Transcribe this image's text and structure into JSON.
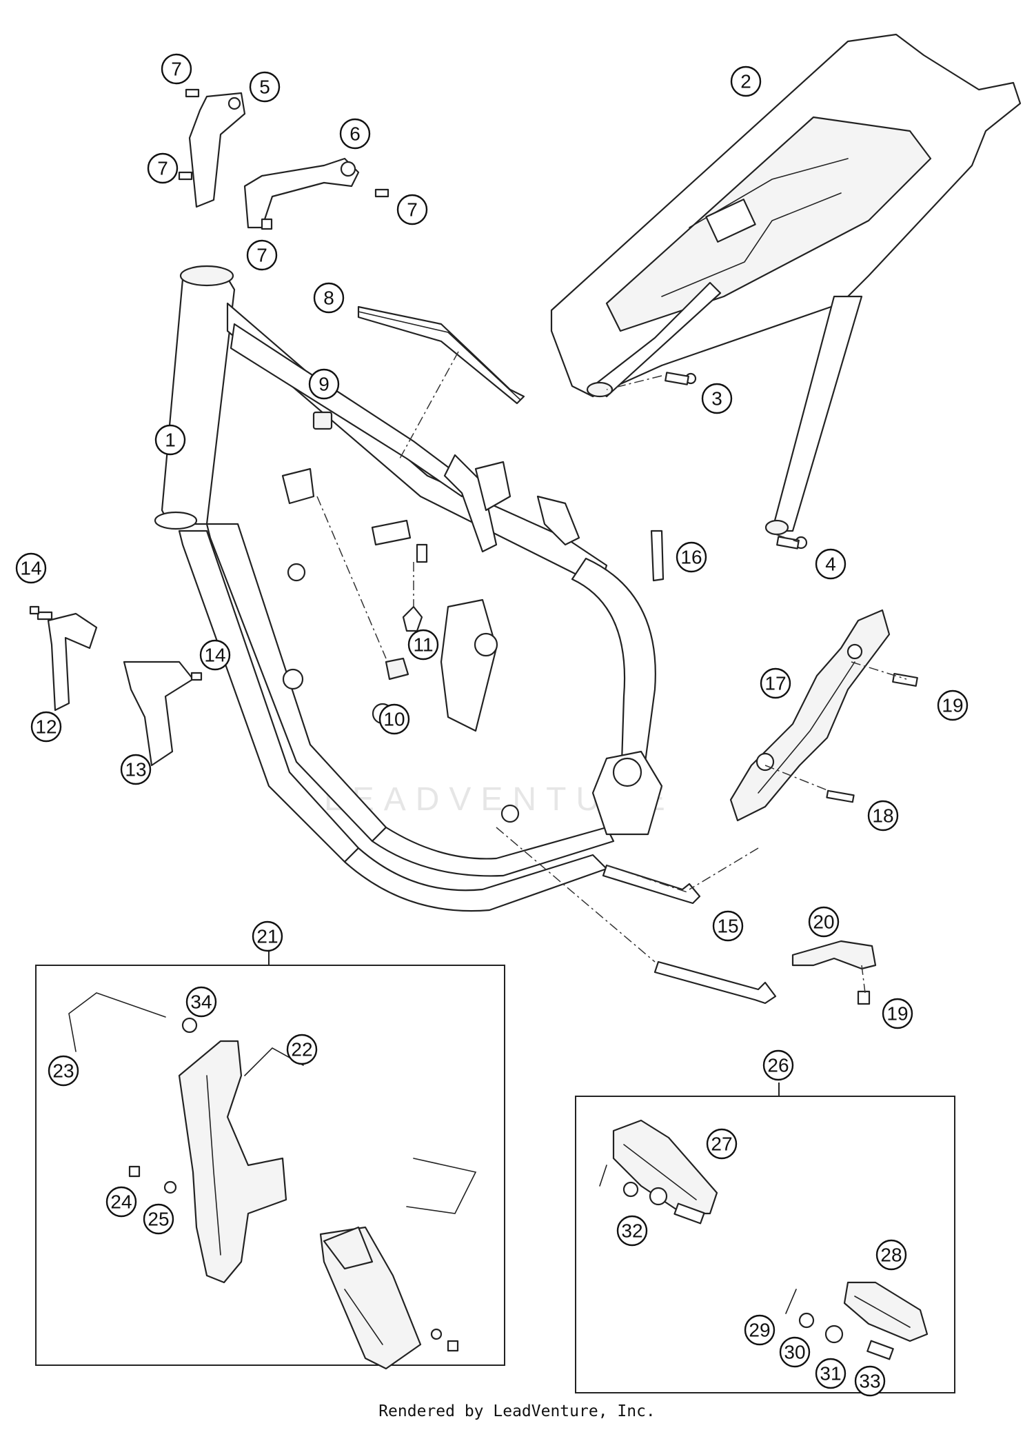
{
  "diagram": {
    "callouts": [
      {
        "key": "c1",
        "label": "1"
      },
      {
        "key": "c2",
        "label": "2"
      },
      {
        "key": "c3",
        "label": "3"
      },
      {
        "key": "c4",
        "label": "4"
      },
      {
        "key": "c5",
        "label": "5"
      },
      {
        "key": "c6",
        "label": "6"
      },
      {
        "key": "c7a",
        "label": "7"
      },
      {
        "key": "c7b",
        "label": "7"
      },
      {
        "key": "c7c",
        "label": "7"
      },
      {
        "key": "c7d",
        "label": "7"
      },
      {
        "key": "c8",
        "label": "8"
      },
      {
        "key": "c9",
        "label": "9"
      },
      {
        "key": "c10",
        "label": "10"
      },
      {
        "key": "c11",
        "label": "11"
      },
      {
        "key": "c12",
        "label": "12"
      },
      {
        "key": "c13",
        "label": "13"
      },
      {
        "key": "c14a",
        "label": "14"
      },
      {
        "key": "c14b",
        "label": "14"
      },
      {
        "key": "c15",
        "label": "15"
      },
      {
        "key": "c16",
        "label": "16"
      },
      {
        "key": "c17",
        "label": "17"
      },
      {
        "key": "c18",
        "label": "18"
      },
      {
        "key": "c19a",
        "label": "19"
      },
      {
        "key": "c19b",
        "label": "19"
      },
      {
        "key": "c20",
        "label": "20"
      },
      {
        "key": "c21",
        "label": "21"
      },
      {
        "key": "c22",
        "label": "22"
      },
      {
        "key": "c23",
        "label": "23"
      },
      {
        "key": "c24",
        "label": "24"
      },
      {
        "key": "c25",
        "label": "25"
      },
      {
        "key": "c26",
        "label": "26"
      },
      {
        "key": "c27",
        "label": "27"
      },
      {
        "key": "c28",
        "label": "28"
      },
      {
        "key": "c29",
        "label": "29"
      },
      {
        "key": "c30",
        "label": "30"
      },
      {
        "key": "c31",
        "label": "31"
      },
      {
        "key": "c32",
        "label": "32"
      },
      {
        "key": "c33",
        "label": "33"
      },
      {
        "key": "c34",
        "label": "34"
      }
    ],
    "watermark": "LEADVENTURE"
  },
  "footer": {
    "text": "Rendered by LeadVenture, Inc."
  }
}
